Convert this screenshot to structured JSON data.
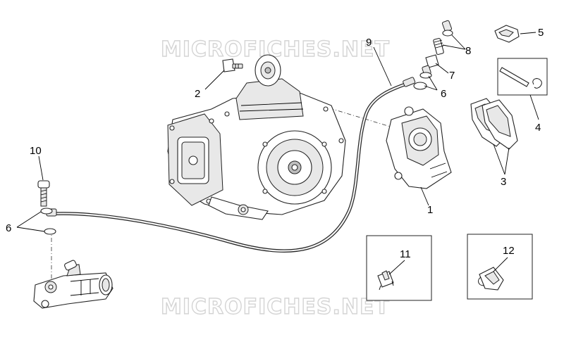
{
  "watermark": {
    "top": "MICROFICHES.NET",
    "bottom": "MICROFICHES.NET"
  },
  "callouts": {
    "c1": "1",
    "c2": "2",
    "c3": "3",
    "c4": "4",
    "c5": "5",
    "c6a": "6",
    "c6b": "6",
    "c7": "7",
    "c8": "8",
    "c9": "9",
    "c10": "10",
    "c11": "11",
    "c12": "12"
  }
}
